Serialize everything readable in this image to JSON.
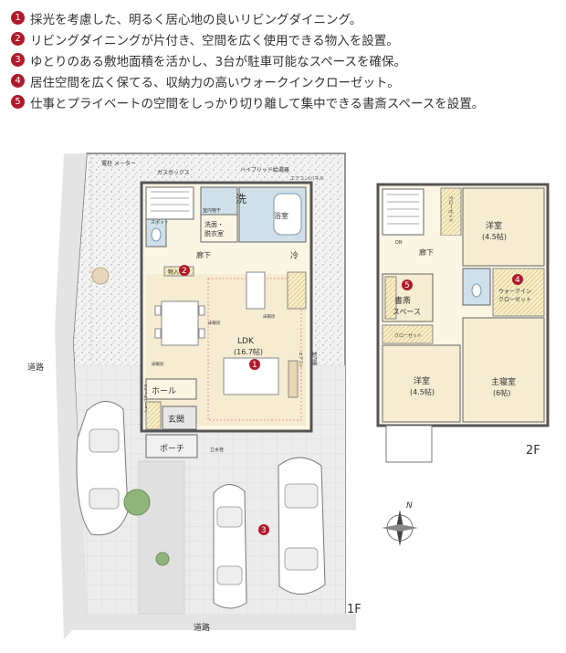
{
  "notes": [
    {
      "num": "1",
      "text": "採光を考慮した、明るく居心地の良いリビングダイニング。"
    },
    {
      "num": "2",
      "text": "リビングダイニングが片付き、空間を広く使用できる物入を設置。"
    },
    {
      "num": "3",
      "text": "ゆとりのある敷地面積を活かし、3台が駐車可能なスペースを確保。"
    },
    {
      "num": "4",
      "text": "居住空間を広く保てる、収納力の高いウォークインクローゼット。"
    },
    {
      "num": "5",
      "text": "仕事とプライベートの空間をしっかり切り離して集中できる書斎スペースを設置。"
    }
  ],
  "floor1": {
    "floor_label": "1F",
    "road_left": "道路",
    "road_bottom": "道路",
    "ldk": "LDK",
    "ldk_size": "(16.7帖)",
    "bath": "浴室",
    "wash": "洗",
    "washroom": "洗面・\n脱衣室",
    "indoor_dry": "室内物干",
    "floor_storage": "床下\n収納",
    "hall_corridor": "廊下",
    "hall": "ホール",
    "entrance": "玄関",
    "porch": "ポーチ",
    "storage": "物入",
    "shoes_box": "シューズボックス",
    "fridge": "冷",
    "utility_meter": "電柱\nメーター",
    "gas_box": "ガスボックス",
    "hybrid_heater": "ハイブリッド給湯器",
    "elevator_panel": "エアコン/パネル",
    "aircon": "エアコン",
    "indoor_unit": "室内機",
    "under_floor": "床暖房",
    "standing_faucet": "立水栓",
    "sparkle": "スポット",
    "toilet": "トイレ",
    "marker_1": "1",
    "marker_2": "2",
    "marker_3": "3"
  },
  "floor2": {
    "floor_label": "2F",
    "corridor": "廊下",
    "dn": "DN",
    "western_room_top": "洋室",
    "western_room_top_size": "(4.5帖)",
    "closet_top": "クローゼット",
    "study": "書斎",
    "study_space": "スペース",
    "closet_mid": "クローゼット",
    "western_room_bottom": "洋室",
    "western_room_bottom_size": "(4.5帖)",
    "master": "主寝室",
    "master_size": "(6帖)",
    "walk_in": "ウォークイン",
    "walk_in_closet": "クローゼット",
    "marker_4": "4",
    "marker_5": "5"
  },
  "compass": {
    "label": "N"
  },
  "colors": {
    "marker": "#b0192a",
    "room_fill": "#f5ebcf",
    "water_fill": "#cfe0ea",
    "wall": "#555555",
    "gravel": "#e9e9e9"
  }
}
